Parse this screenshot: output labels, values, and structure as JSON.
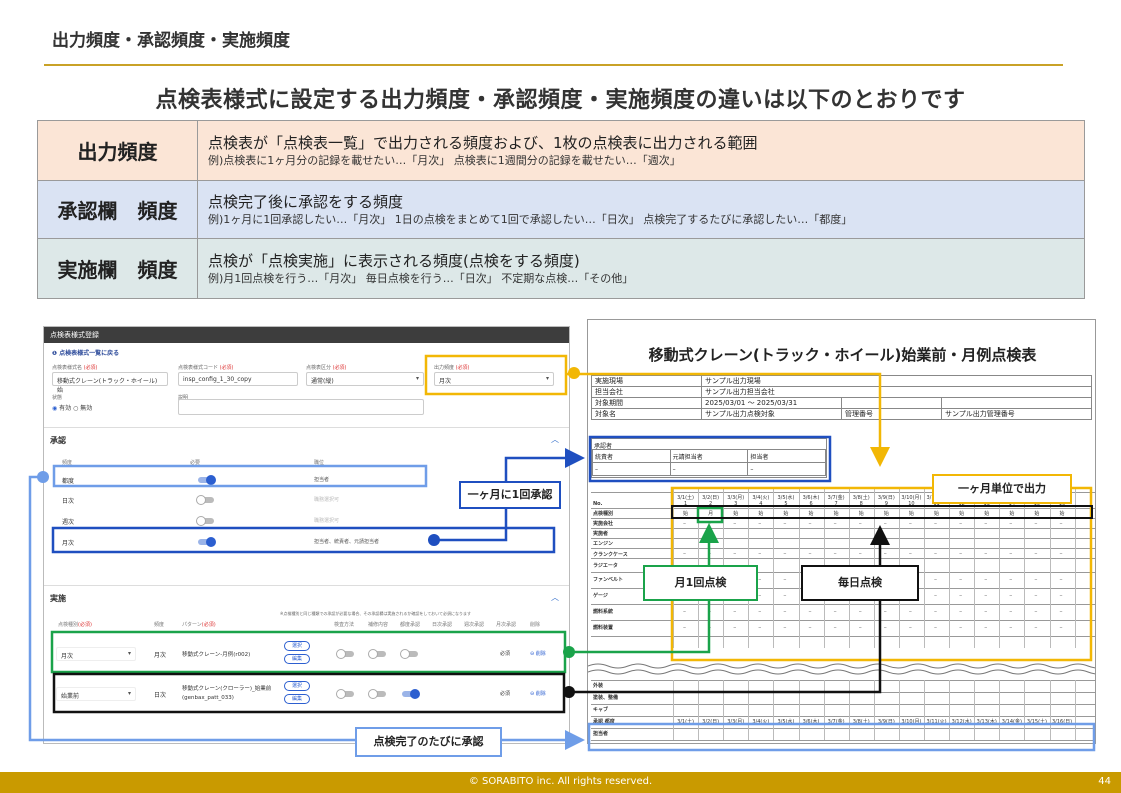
{
  "slide": {
    "title": "出力頻度・承認頻度・実施頻度",
    "subtitle": "点検表様式に設定する出力頻度・承認頻度・実施頻度の違いは以下のとおりです"
  },
  "freq_table": [
    {
      "label": "出力頻度",
      "main": "点検表が「点検表一覧」で出力される頻度および、1枚の点検表に出力される範囲",
      "example": "例)点検表に1ヶ月分の記録を載せたい…「月次」 点検表に1週間分の記録を載せたい…「週次」"
    },
    {
      "label": "承認欄　頻度",
      "main": "点検完了後に承認をする頻度",
      "example": "例)1ヶ月に1回承認したい…「月次」 1日の点検をまとめて1回で承認したい…「日次」 点検完了するたびに承認したい…「都度」"
    },
    {
      "label": "実施欄　頻度",
      "main": "点検が「点検実施」に表示される頻度(点検をする頻度)",
      "example": "例)月1回点検を行う…「月次」 毎日点検を行う…「日次」 不定期な点検…「その他」"
    }
  ],
  "form": {
    "header": "点検表様式登録",
    "back_link": "点検表様式一覧に戻る",
    "labels": {
      "name": "点検表様式名",
      "code": "点検表様式コード",
      "category": "点検表区分",
      "output": "出力頻度",
      "required": "(必須)",
      "status": "状態",
      "description": "説明"
    },
    "values": {
      "name": "移動式クレーン(トラック・ホイール)始",
      "code": "insp_config_1_30_copy",
      "category": "通常(縦)",
      "output": "月次"
    },
    "status_options": [
      "有効",
      "無効"
    ],
    "approval": {
      "title": "承認",
      "columns": [
        "頻度",
        "必要",
        "職位"
      ],
      "rows": [
        {
          "name": "都度",
          "role": "担当者",
          "on": true
        },
        {
          "name": "日次",
          "role": "職務選択可",
          "on": false
        },
        {
          "name": "週次",
          "role": "職務選択可",
          "on": false
        },
        {
          "name": "月次",
          "role": "担当者、統責者、元請担当者",
          "on": true
        }
      ]
    },
    "execution": {
      "title": "実施",
      "note": "※点検種別と同じ種類での承認が必要な場合、その承認欄は実施されるか確認をしておいて必須になります",
      "columns": [
        "点検種別",
        "頻度",
        "パターン",
        "検査方法",
        "補修内容",
        "都度承認",
        "日次承認",
        "週次承認",
        "月次承認",
        "削除"
      ],
      "rows": [
        {
          "type": "月次",
          "freq": "月次",
          "pattern": "移動式クレーン-月例(r002)",
          "required": "必須",
          "delete": "削除"
        },
        {
          "type": "始業前",
          "freq": "日次",
          "pattern": "移動式クレーン(クローラー)_始業前(genbax_patt_033)",
          "required": "必須",
          "delete": "削除"
        }
      ],
      "select_label": "選択",
      "edit_label": "編集"
    }
  },
  "doc": {
    "title": "移動式クレーン(トラック・ホイール)始業前・月例点検表",
    "info": [
      [
        "実施現場",
        "サンプル出力現場"
      ],
      [
        "担当会社",
        "サンプル出力担当会社"
      ],
      [
        "対象期間",
        "2025/03/01 ～ 2025/03/31"
      ],
      [
        "対象名",
        "サンプル出力点検対象",
        "管理番号",
        "サンプル出力管理番号"
      ]
    ],
    "approver_title": "承認者",
    "approvers": [
      "統責者",
      "元請担当者",
      "担当者"
    ],
    "dates": [
      "3/1(土)",
      "3/2(日)",
      "3/3(月)",
      "3/4(火)",
      "3/5(水)",
      "3/6(木)",
      "3/7(金)",
      "3/8(土)",
      "3/9(日)",
      "3/10(月)",
      "3/11(火)",
      "3/12(水)",
      "3/13(木)",
      "3/14(金)",
      "3/15(土)",
      "3/16(日)"
    ],
    "row_labels": [
      "No.",
      "点検種別",
      "実施会社",
      "実施者",
      "エンジン",
      "クランクケース",
      "ラジエータ",
      "ファンベルト",
      "ゲージ",
      "燃料系統",
      "燃料装置"
    ],
    "type_cells": [
      "始",
      "月",
      "始",
      "始",
      "始",
      "始",
      "始",
      "始",
      "始",
      "始",
      "始",
      "始",
      "始",
      "始",
      "始",
      "始"
    ],
    "lower_labels": [
      "外装",
      "塗装、整備",
      "キャブ",
      "承認 都度",
      "担当者"
    ]
  },
  "callouts": {
    "monthly_approval": "一ヶ月に1回承認",
    "monthly_output": "一ヶ月単位で出力",
    "monthly_inspection": "月1回点検",
    "daily_inspection": "毎日点検",
    "each_approval": "点検完了のたびに承認"
  },
  "colors": {
    "yellow": "#f2b705",
    "blue": "#1f4fc0",
    "light_blue": "#6f9de8",
    "green": "#1aa34a",
    "black": "#111111"
  },
  "footer": {
    "copyright": "© SORABITO inc. All rights reserved.",
    "page": "44"
  }
}
